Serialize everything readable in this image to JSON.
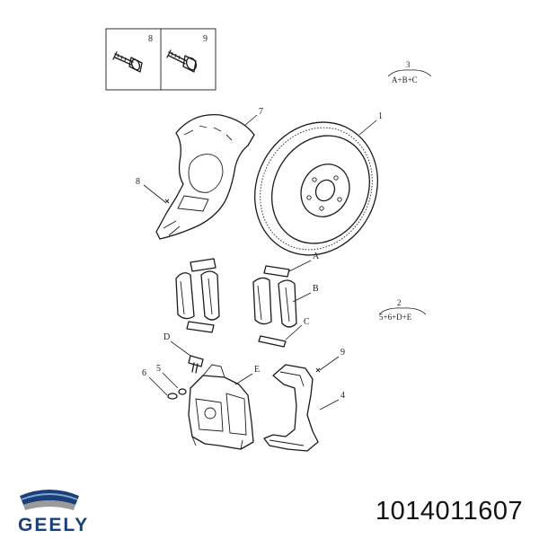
{
  "fastener_box": {
    "left_label": "8",
    "right_label": "9"
  },
  "callouts": {
    "rotor": "1",
    "shield": "7",
    "shield_bolt": "8",
    "pad_set_A": "A",
    "pad_set_B": "B",
    "pad_set_C": "C",
    "bolt_D": "D",
    "caliper_E": "E",
    "item_5": "5",
    "item_6": "6",
    "bracket_bolt": "9",
    "bracket": "4"
  },
  "formulas": [
    {
      "number": "3",
      "expression": "A+B+C"
    },
    {
      "number": "2",
      "expression": "5+6+D+E"
    }
  ],
  "brand": {
    "name": "GEELY",
    "logo_colors": [
      "#1b3f7a",
      "#7fa6cf",
      "#9a9a9a"
    ]
  },
  "part_number": "1014011607"
}
